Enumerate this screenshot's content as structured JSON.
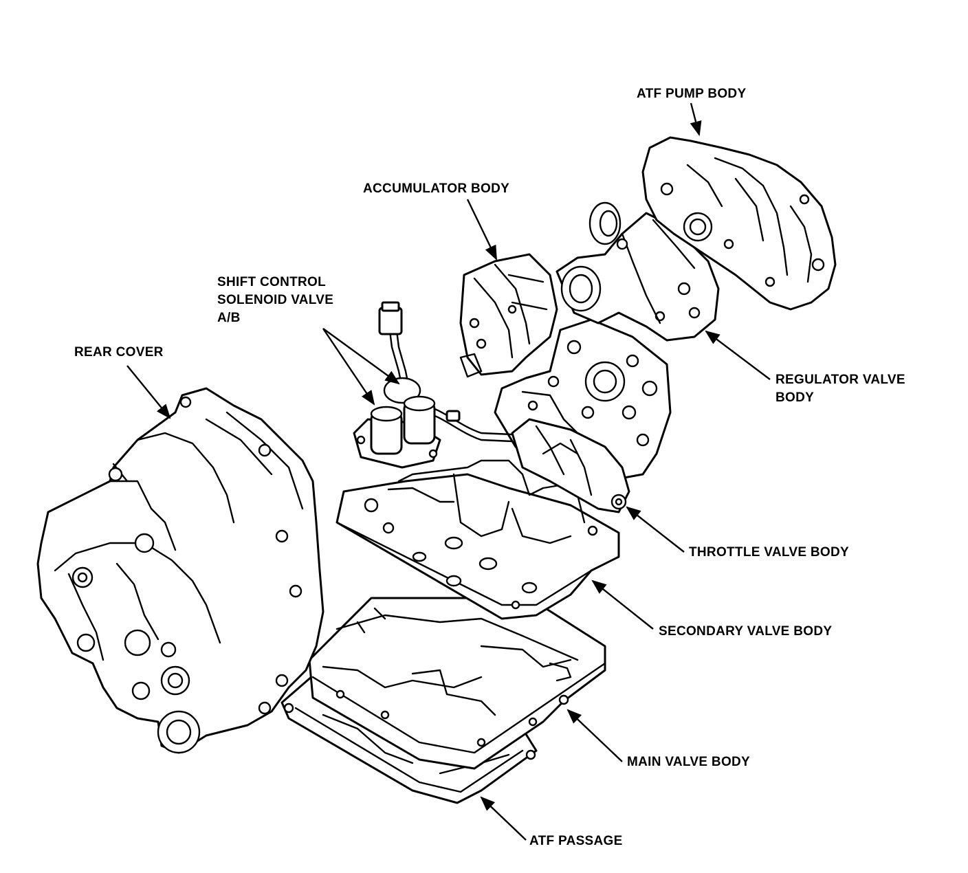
{
  "labels": {
    "atf_pump_body": "ATF PUMP BODY",
    "accumulator_body": "ACCUMULATOR BODY",
    "shift_control_line1": "SHIFT CONTROL",
    "shift_control_line2": "SOLENOID VALVE",
    "shift_control_line3": "A/B",
    "rear_cover": "REAR COVER",
    "regulator_valve_line1": "REGULATOR VALVE",
    "regulator_valve_line2": "BODY",
    "throttle_valve_body": "THROTTLE VALVE BODY",
    "secondary_valve_body": "SECONDARY VALVE BODY",
    "main_valve_body": "MAIN VALVE BODY",
    "atf_passage": "ATF PASSAGE"
  }
}
